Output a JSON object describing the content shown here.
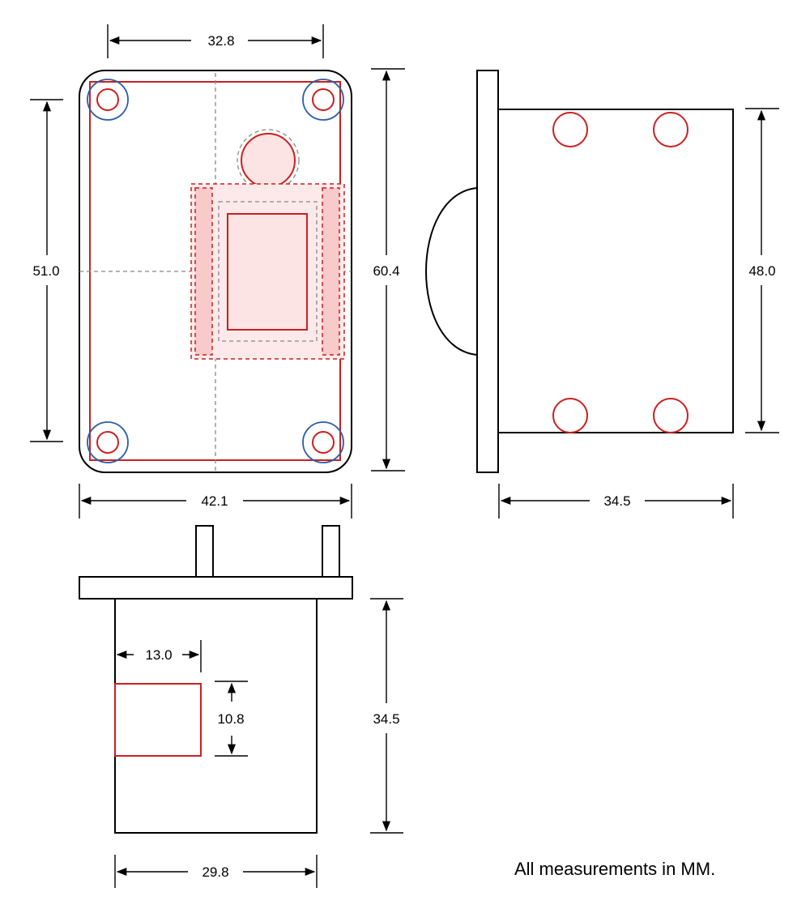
{
  "dimensions": {
    "top_width_hole_spacing": "32.8",
    "top_height_hole_spacing": "51.0",
    "top_total_height": "60.4",
    "top_total_width": "42.1",
    "side_body_height": "48.0",
    "side_body_depth": "34.5",
    "bottom_cutout_offset": "13.0",
    "bottom_cutout_height": "10.8",
    "bottom_body_height": "34.5",
    "bottom_body_width": "29.8"
  },
  "note": "All measurements in MM.",
  "colors": {
    "outline": "#000000",
    "feature": "#cc1f1f",
    "feature_fill": "#fde4e4",
    "mount_circle": "#2a5ea8",
    "centerline": "#888888"
  }
}
